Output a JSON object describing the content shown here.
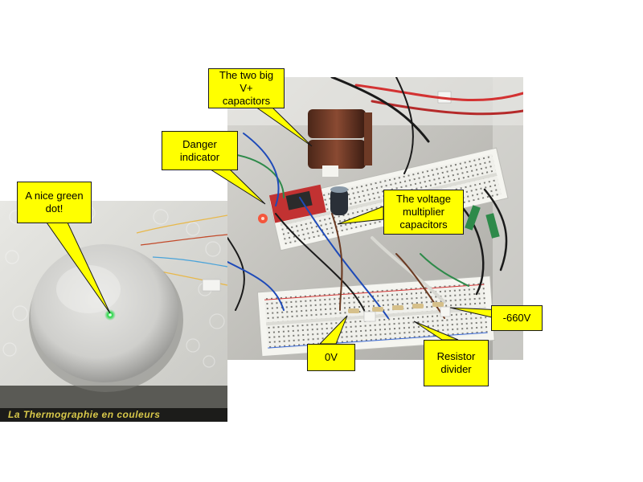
{
  "callouts": {
    "green_dot": "A nice green\ndot!",
    "big_capacitors": "The two big\nV+\ncapacitors",
    "danger_indicator": "Danger\nindicator",
    "multiplier_capacitors": "The voltage\nmultiplier\ncapacitors",
    "negative_voltage": "-660V",
    "zero_volt": "0V",
    "resistor_divider": "Resistor\ndivider"
  },
  "photo_text": {
    "bottom_caption": "La Thermographie en couleurs"
  },
  "colors": {
    "label_fill": "#ffff00",
    "label_border": "#1a1a1a",
    "led_green": "#2bd94a",
    "led_red": "#ff3a1a"
  }
}
